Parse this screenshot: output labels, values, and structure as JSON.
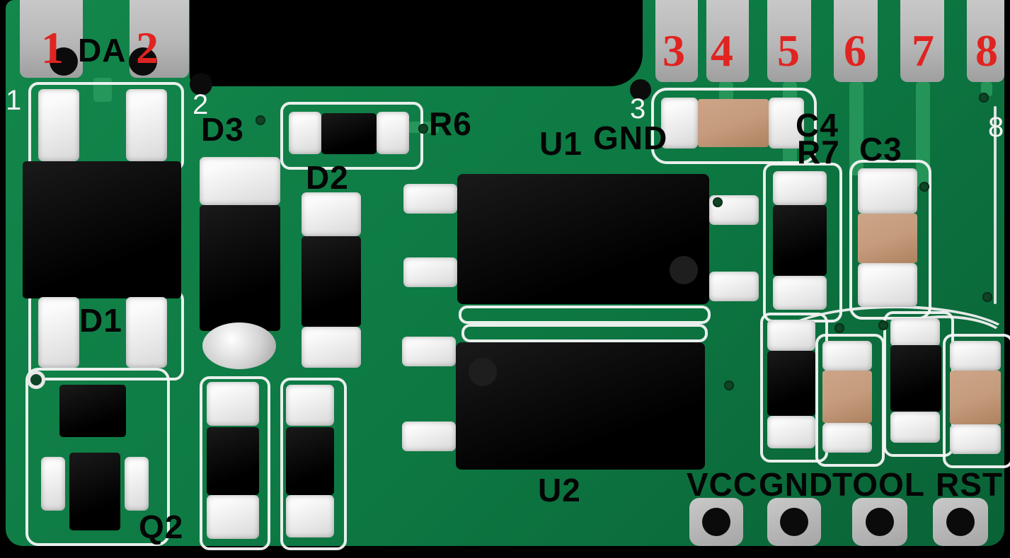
{
  "annotations": {
    "pins": {
      "n1": "1",
      "n2": "2",
      "n3": "3",
      "n4": "4",
      "n5": "5",
      "n6": "6",
      "n7": "7",
      "n8": "8"
    },
    "da": "DA"
  },
  "silkscreen": {
    "pin1": "1",
    "pin2": "2",
    "pin3": "3",
    "pin8": "8",
    "gnd_top": "GND",
    "refs": {
      "d1": "D1",
      "d2": "D2",
      "d3": "D3",
      "q2": "Q2",
      "r6": "R6",
      "r7": "R7",
      "c3": "C3",
      "c4": "C4",
      "u1": "U1",
      "u2": "U2"
    },
    "program_pads": {
      "vcc": "VCC",
      "gnd": "GND",
      "tool": "TOOL",
      "rst": "RST"
    }
  },
  "colors": {
    "board_green": "#0d7842",
    "board_green_light": "#13874c",
    "trace_green": "#2a9a5e",
    "pad_gray": "#b7b7b7",
    "solder_white": "#ededed",
    "component_black": "#070707",
    "capacitor_tan": "#c59c7d",
    "annotation_red": "#e02421",
    "silkscreen_white": "#f4f4f4",
    "label_black": "#050505",
    "background_black": "#000000"
  }
}
